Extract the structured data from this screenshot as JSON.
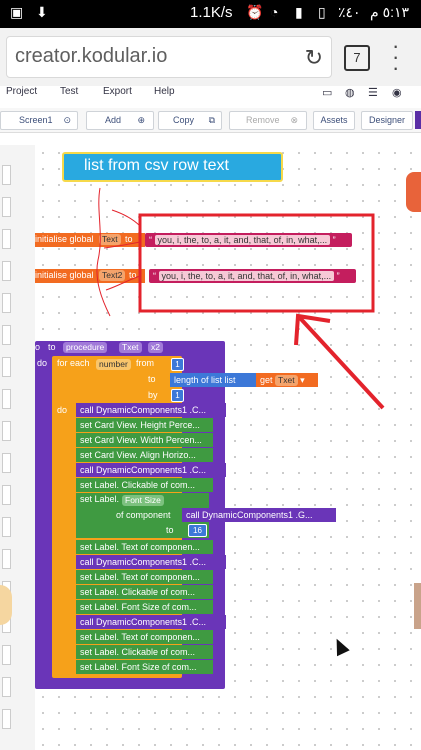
{
  "status_bar": {
    "speed": "1.1K/s",
    "battery": "٪٤٠",
    "time": "٥:١٣ م"
  },
  "browser": {
    "url": "creator.kodular.io",
    "tab_count": "7"
  },
  "app_menu": [
    "Project",
    "Test",
    "Export",
    "Help"
  ],
  "toolbar": {
    "screen": "Screen1",
    "add": "Add",
    "copy": "Copy",
    "remove": "Remove",
    "assets": "Assets",
    "designer": "Designer"
  },
  "blocks": {
    "csv_block": "list from csv row  text",
    "init1_prefix": "initialise global",
    "init1_var": "Text",
    "init_to": "to",
    "init1_value": "you, i, the, to, a, it, and, that, of, in, what,...",
    "init2_prefix": "initialise global",
    "init2_var": "Text2",
    "init2_value": "you, i, the, to, a, it, and, that, of, in, what,...",
    "proc_to": "to",
    "proc_kw": "procedure",
    "proc_param1": "Txet",
    "proc_param2": "x2",
    "proc_do": "do",
    "for_each": "for each",
    "for_var": "number",
    "for_from": "from",
    "for_to": "to",
    "for_by": "by",
    "n_from": "1",
    "n_by": "1",
    "length_of_list": "length of list  list",
    "get_label": "get",
    "get_var": "Txet",
    "loop_do": "do",
    "of_component": "of component",
    "of_to": "to",
    "font_size_label": "set Label.",
    "font_size_prop": "Font Size",
    "inner_call": "call  DynamicComponents1 .G...",
    "sixteen": "16",
    "rows": [
      {
        "t": "call  DynamicComponents1 .C...",
        "c": "purple"
      },
      {
        "t": "set Card View. Height Perce...",
        "c": "green"
      },
      {
        "t": "set Card View. Width Percen...",
        "c": "green"
      },
      {
        "t": "set Card View. Align Horizo...",
        "c": "green"
      },
      {
        "t": "call  DynamicComponents1 .C...",
        "c": "purple"
      },
      {
        "t": "set Label. Clickable of com...",
        "c": "green"
      },
      {
        "t": "set Label. Text of componen...",
        "c": "green"
      },
      {
        "t": "call  DynamicComponents1 .C...",
        "c": "purple"
      },
      {
        "t": "set Label. Text of componen...",
        "c": "green"
      },
      {
        "t": "set Label. Clickable of com...",
        "c": "green"
      },
      {
        "t": "set Label. Font Size of com...",
        "c": "green"
      },
      {
        "t": "call  DynamicComponents1 .C...",
        "c": "purple"
      },
      {
        "t": "set Label. Text of componen...",
        "c": "green"
      },
      {
        "t": "set Label. Clickable of com...",
        "c": "green"
      },
      {
        "t": "set Label. Font Size of com...",
        "c": "green"
      }
    ]
  },
  "colors": {
    "green": "#3f9a41",
    "purple": "#6a35b8",
    "blue_csv": "#29a9e0",
    "orange": "#f57c00",
    "annotation": "#e3232c"
  }
}
